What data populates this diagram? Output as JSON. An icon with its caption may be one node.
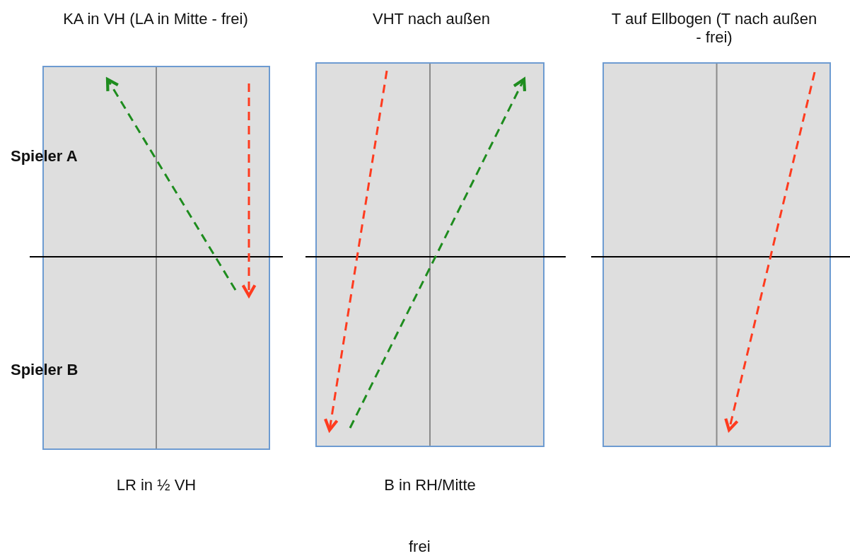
{
  "diagram": {
    "nodes": [
      {
        "text": [
          "KA in VH (LA in Mitte - frei)"
        ],
        "beside": [
          "LR in ½ VH"
        ]
      },
      {
        "text": [
          "VHT nach außen"
        ],
        "beside": [
          "B in RH/Mitte"
        ]
      },
      {
        "text": [
          "T auf Ellbogen (T nach außen - frei)"
        ]
      }
    ],
    "labels": [
      "Spieler A",
      "Spieler B",
      "frei"
    ]
  }
}
